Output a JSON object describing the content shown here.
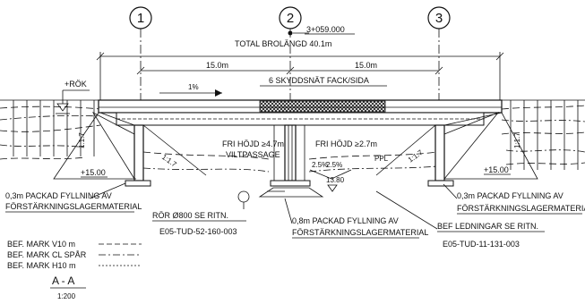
{
  "axis_labels": [
    "1",
    "2",
    "3"
  ],
  "chainage": "3+059.000",
  "total_length": "TOTAL BROLÄNGD 40.1m",
  "span_left": "15.0m",
  "span_right": "15.0m",
  "deck_note": "6 SKYDDSNÄT FACK/SIDA",
  "rok": "+RÖK",
  "slope": "1%",
  "height_left": "1:1.7",
  "height_right": "1:1.7",
  "clearance_left_1": "FRI HÖJD ≥4.7m",
  "clearance_left_2": "VILTPASSAGE",
  "clearance_right": "FRI HÖJD ≥2.7m",
  "ppl": "PPL",
  "slope_left_1": "2.5%",
  "slope_left_2": "2.5%",
  "level_left": "+15.00",
  "level_right": "+15.00",
  "level_center": "13.80",
  "slope_side_left": "1:1.7",
  "slope_side_right": "1:1.7",
  "note_left_1": "0,3m PACKAD FYLLNING AV",
  "note_left_2": "FÖRSTÄRKNINGSLAGERMATERIAL",
  "note_right_1": "0,3m PACKAD FYLLNING AV",
  "note_right_2": "FÖRSTÄRKNINGSLAGERMATERIAL",
  "pipe_1": "RÖR Ø800 SE RITN.",
  "pipe_2": "E05-TUD-52-160-003",
  "center_note_1": "0,8m PACKAD FYLLNING AV",
  "center_note_2": "FÖRSTÄRKNINGSLAGERMATERIAL",
  "ledning_1": "BEF LEDNINGAR SE RITN.",
  "ledning_2": "E05-TUD-11-131-003",
  "legend": [
    {
      "label": "BEF. MARK V10 m"
    },
    {
      "label": "BEF. MARK CL SPÅR"
    },
    {
      "label": "BEF. MARK H10 m"
    }
  ],
  "section_label": "A - A",
  "scale": "1:200"
}
